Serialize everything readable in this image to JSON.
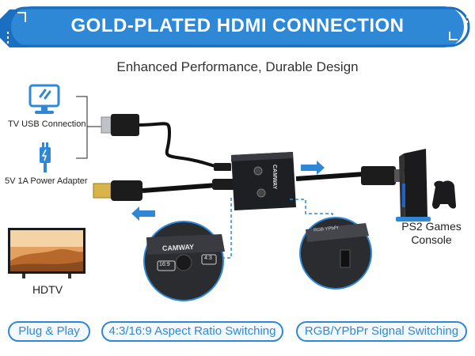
{
  "banner": {
    "title": "GOLD-PLATED HDMI CONNECTION",
    "color": "#2f88d6"
  },
  "subtitle": "Enhanced Performance, Durable Design",
  "labels": {
    "tv_usb": "TV USB Connection",
    "power": "5V 1A Power Adapter",
    "hdtv": "HDTV",
    "ps2_line1": "PS2 Games",
    "ps2_line2": "Console"
  },
  "device": {
    "brand": "CAMWAY",
    "switch_left": "16:9",
    "switch_right": "4:3",
    "port_label": "RGB YPbPr"
  },
  "features": [
    {
      "label": "Plug & Play"
    },
    {
      "label": "4:3/16:9 Aspect Ratio Switching"
    },
    {
      "label": "RGB/YPbPr Signal Switching"
    }
  ],
  "icons": [
    "monitor-icon",
    "power-plug-icon",
    "arrow-right-icon",
    "arrow-left-icon",
    "hdtv-icon",
    "ps2-console-icon"
  ]
}
